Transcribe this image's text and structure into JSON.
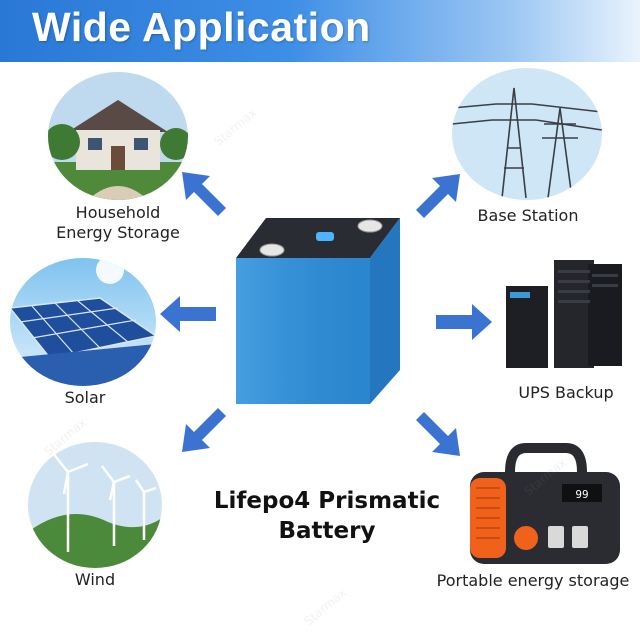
{
  "banner": {
    "title": "Wide Application"
  },
  "battery": {
    "caption_line1": "Lifepo4 Prismatic",
    "caption_line2": "Battery"
  },
  "applications": {
    "household": "Household\nEnergy Storage",
    "household_line1": "Household",
    "household_line2": "Energy Storage",
    "solar": "Solar",
    "wind": "Wind",
    "base_station": "Base Station",
    "ups": "UPS Backup",
    "portable": "Portable energy storage"
  },
  "colors": {
    "accent": "#2a78d6",
    "arrow": "#3b74d0",
    "battery": "#2f8fd8"
  },
  "watermark": "Starmax"
}
